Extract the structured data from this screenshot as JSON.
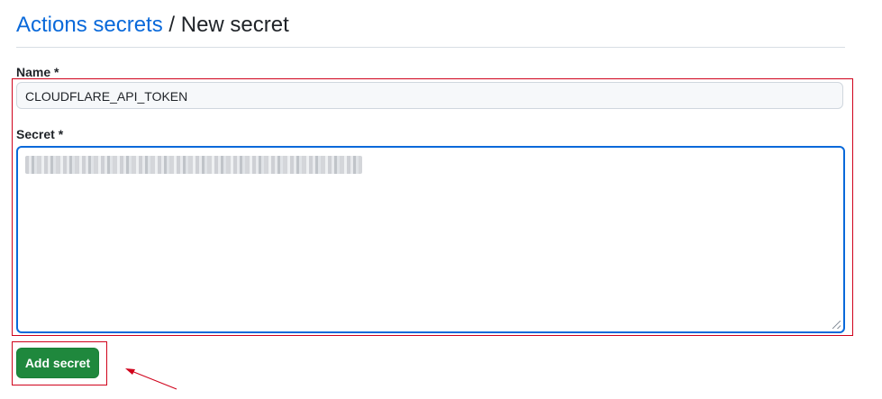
{
  "breadcrumb": {
    "parent_link": "Actions secrets",
    "separator": " / ",
    "current": "New secret"
  },
  "form": {
    "name_label": "Name *",
    "name_value": "CLOUDFLARE_API_TOKEN",
    "secret_label": "Secret *",
    "secret_value_state": "blurred",
    "submit_label": "Add secret"
  },
  "colors": {
    "link": "#0969da",
    "focus_border": "#0969da",
    "primary_button": "#1f883d",
    "annotation": "#d0021b"
  },
  "annotations": {
    "icons": [
      "resize-handle-icon",
      "annotation-arrow-icon"
    ]
  }
}
